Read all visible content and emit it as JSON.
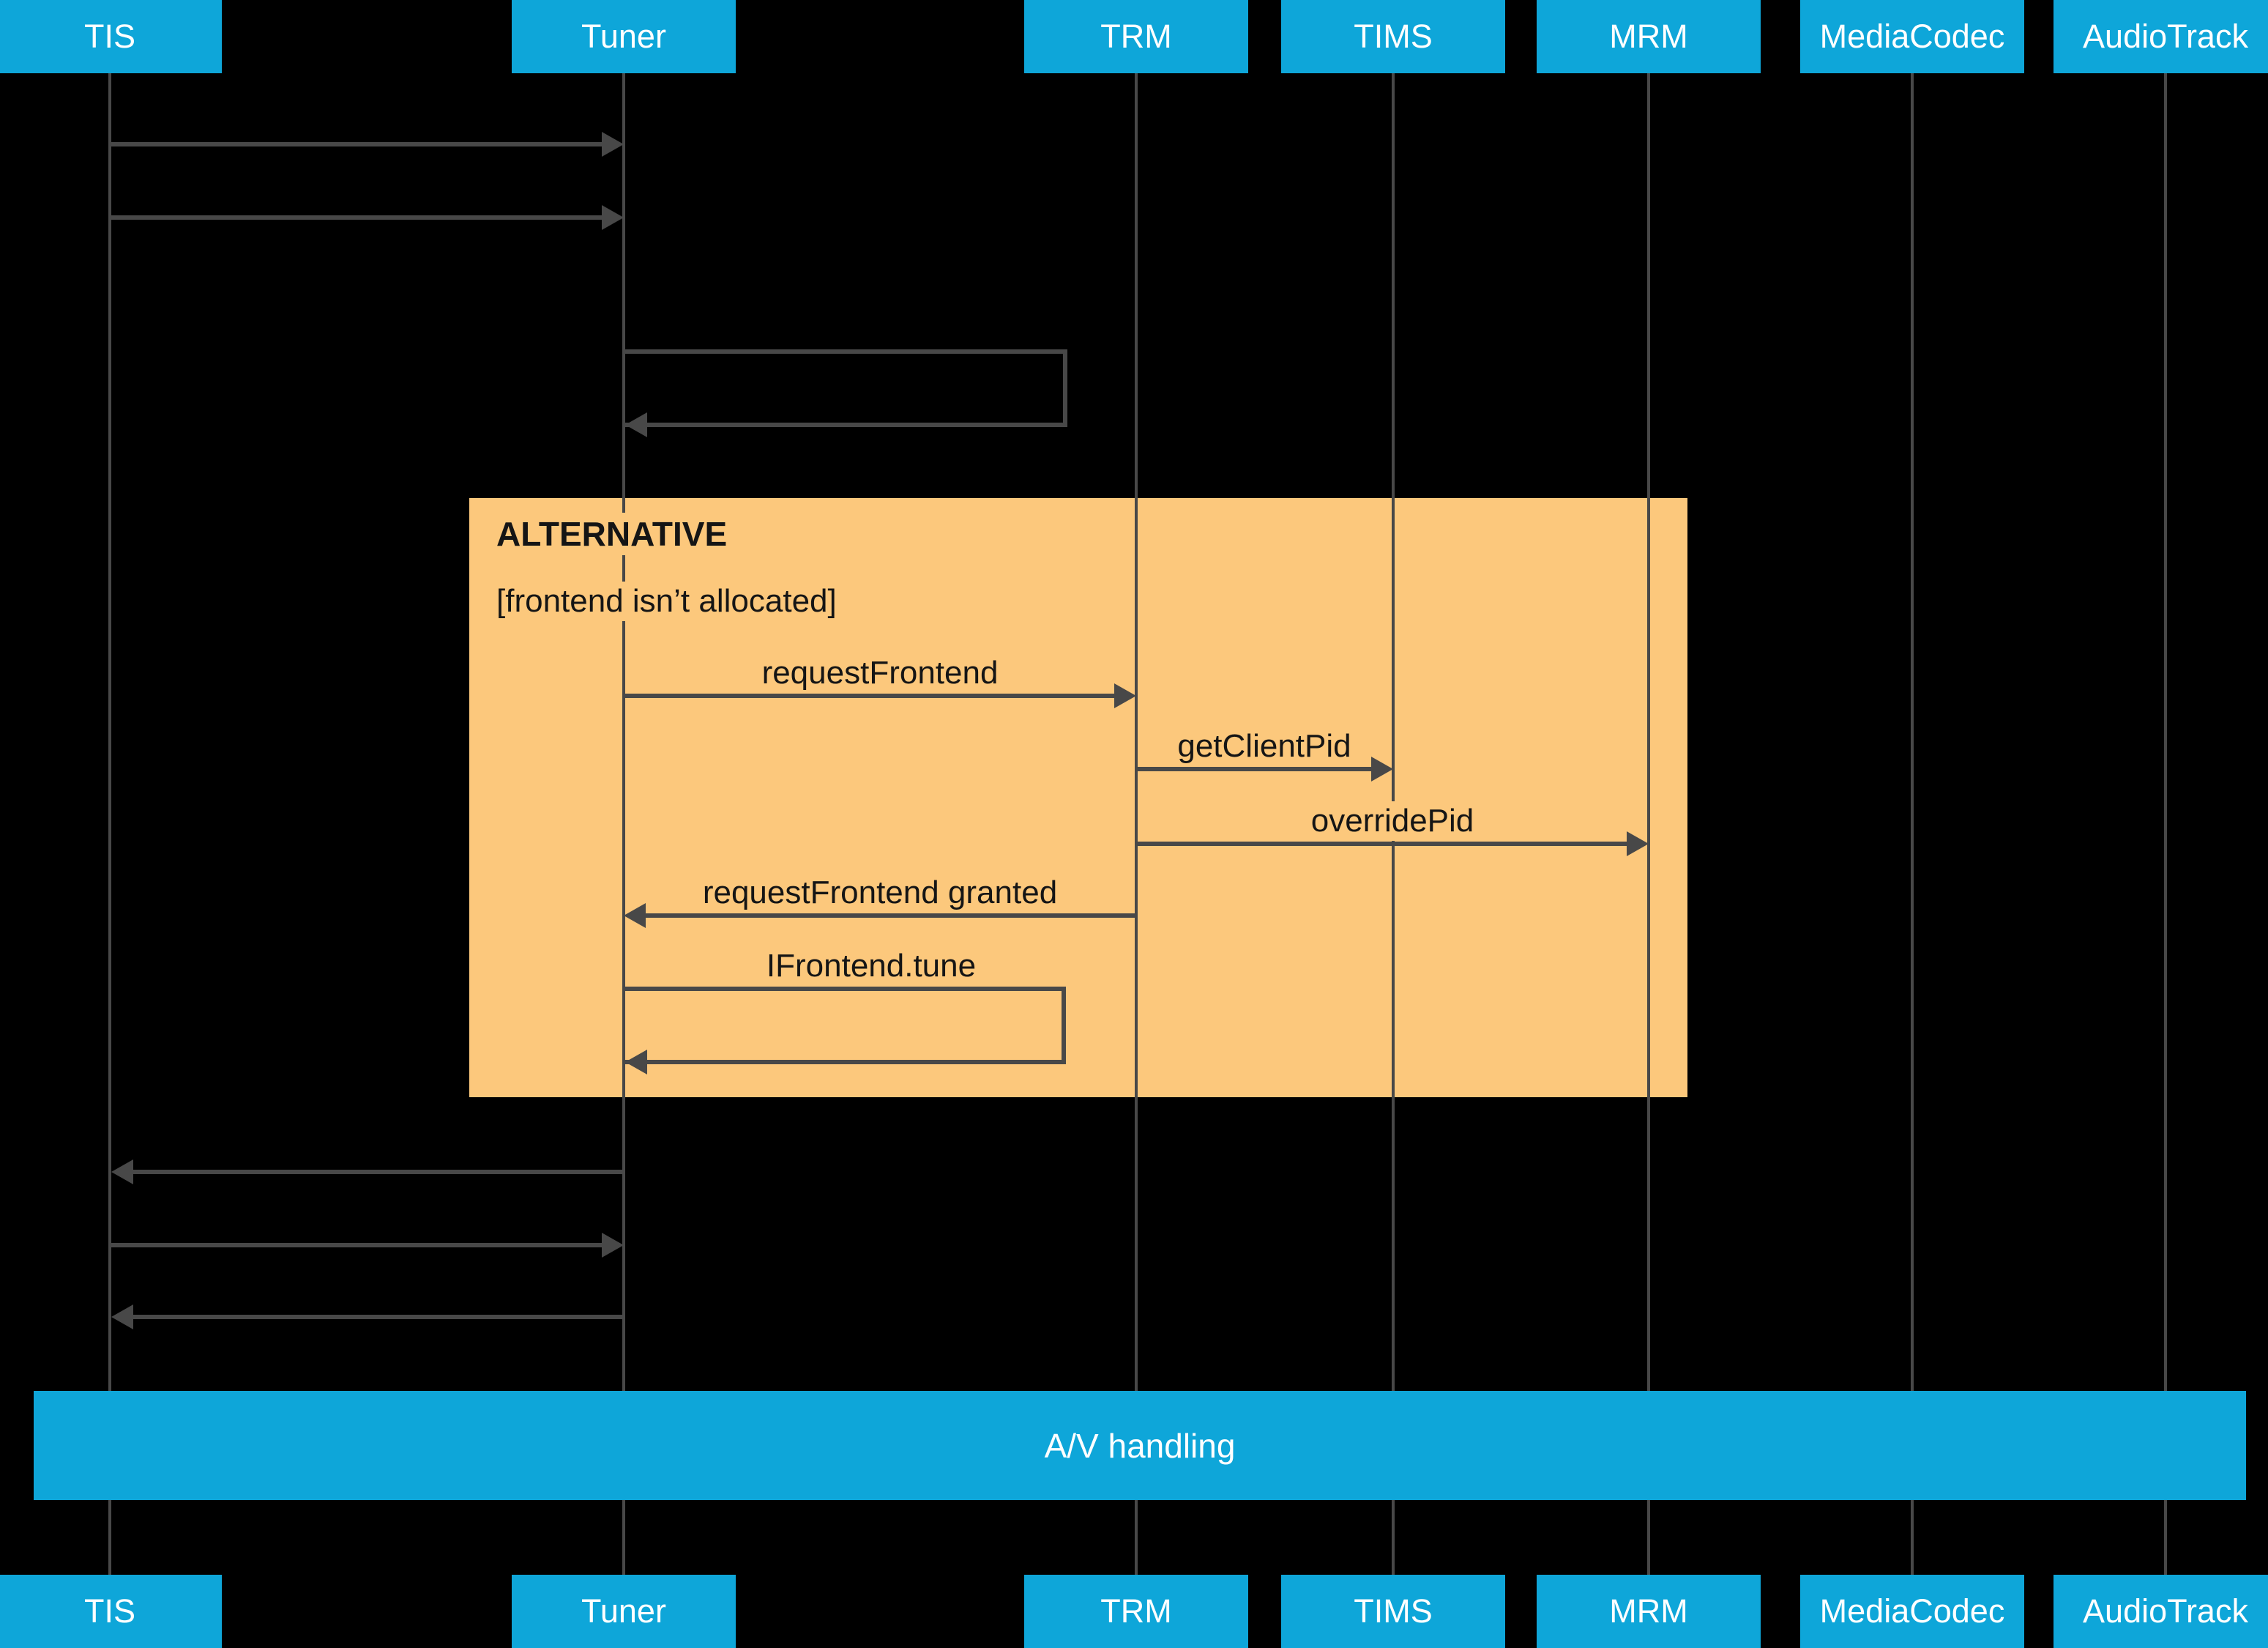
{
  "colors": {
    "background": "#000000",
    "participant": "#0ea6d9",
    "participant_text": "#ffffff",
    "fragment": "#fcc87c",
    "line": "#484848",
    "label_text": "#151515"
  },
  "participants": [
    {
      "label": "TIS"
    },
    {
      "label": "Tuner"
    },
    {
      "label": "TRM"
    },
    {
      "label": "TIMS"
    },
    {
      "label": "MRM"
    },
    {
      "label": "MediaCodec"
    },
    {
      "label": "AudioTrack"
    }
  ],
  "fragment": {
    "title": "ALTERNATIVE",
    "condition": "[frontend isn’t allocated]"
  },
  "messages": {
    "request_frontend": "requestFrontend",
    "get_client_pid": "getClientPid",
    "override_pid": "overridePid",
    "request_frontend_granted": "requestFrontend granted",
    "ifrontend_tune": "IFrontend.tune"
  },
  "av_bar": {
    "label": "A/V handling"
  }
}
